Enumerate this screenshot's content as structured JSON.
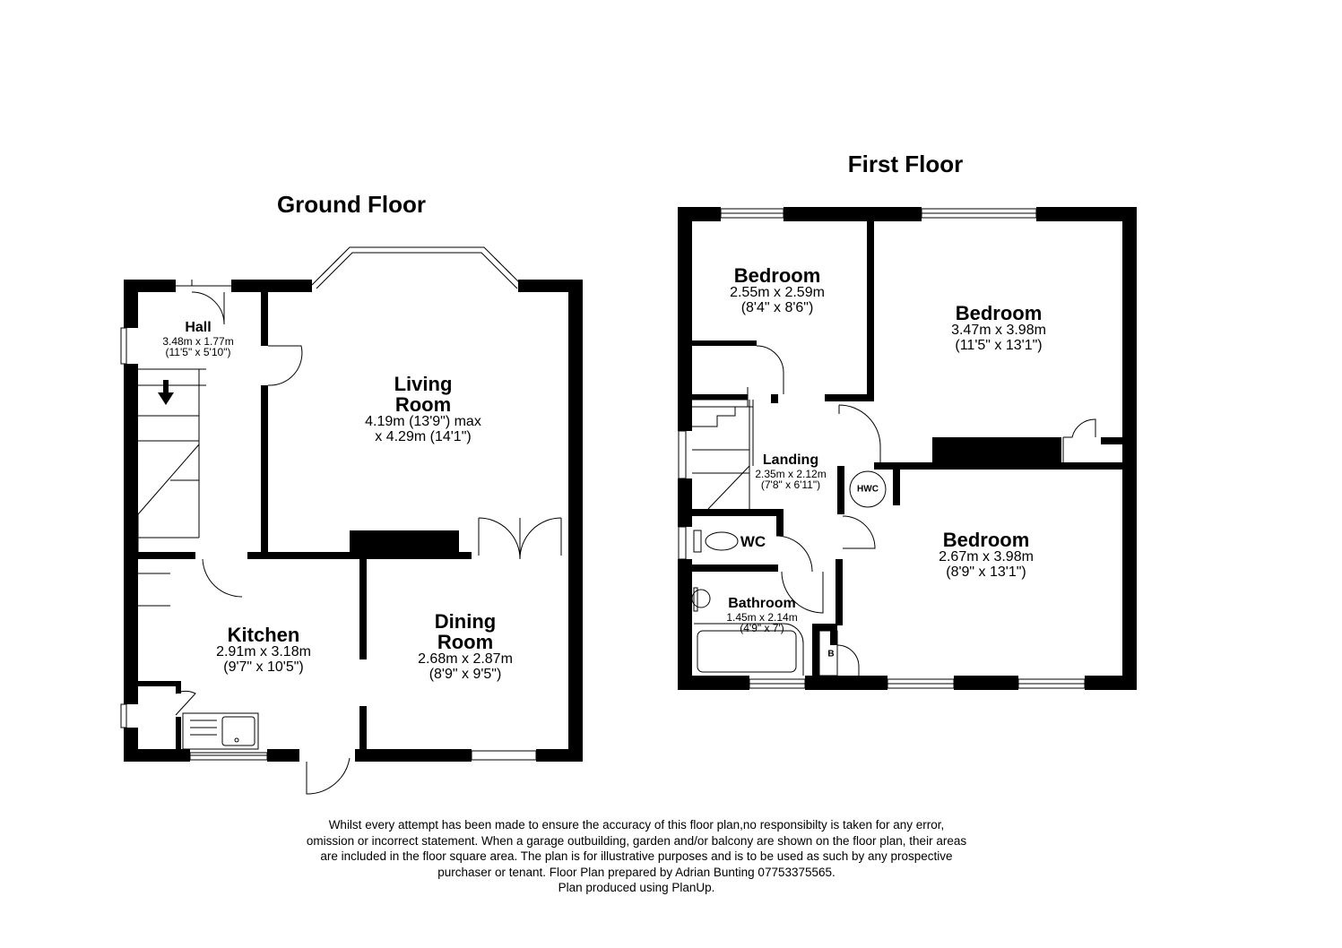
{
  "ground_floor": {
    "title": "Ground Floor",
    "rooms": [
      {
        "name": "Hall",
        "dims": [
          "3.48m x 1.77m",
          "(11'5\" x 5'10\")"
        ]
      },
      {
        "name": "Living Room",
        "dims": [
          "4.19m (13'9\") max",
          "x 4.29m (14'1\")"
        ]
      },
      {
        "name": "Kitchen",
        "dims": [
          "2.91m x 3.18m",
          "(9'7\" x 10'5\")"
        ]
      },
      {
        "name": "Dining Room",
        "dims": [
          "2.68m x 2.87m",
          "(8'9\" x 9'5\")"
        ]
      }
    ]
  },
  "first_floor": {
    "title": "First Floor",
    "rooms": [
      {
        "name": "Bedroom",
        "dims": [
          "2.55m x 2.59m",
          "(8'4\" x 8'6\")"
        ]
      },
      {
        "name": "Bedroom",
        "dims": [
          "3.47m x 3.98m",
          "(11'5\" x 13'1\")"
        ]
      },
      {
        "name": "Landing",
        "dims": [
          "2.35m x 2.12m",
          "(7'8\" x 6'11\")"
        ]
      },
      {
        "name": "Bedroom",
        "dims": [
          "2.67m x 3.98m",
          "(8'9\" x 13'1\")"
        ]
      },
      {
        "name": "WC",
        "dims": []
      },
      {
        "name": "Bathroom",
        "dims": [
          "1.45m x 2.14m",
          "(4'9\" x 7')"
        ]
      }
    ],
    "tags": {
      "hwc": "HWC",
      "boiler": "B"
    }
  },
  "disclaimer": [
    "Whilst every attempt has been made to ensure the accuracy of this floor plan,no responsibilty is taken for any error,",
    "omission or incorrect statement. When a garage outbuilding, garden and/or balcony are shown on the floor plan, their areas",
    "are included in the floor square area. The plan is for illustrative purposes and is to be used as such by any prospective",
    "purchaser or tenant. Floor Plan prepared by Adrian Bunting 07753375565.",
    "Plan produced using PlanUp."
  ]
}
